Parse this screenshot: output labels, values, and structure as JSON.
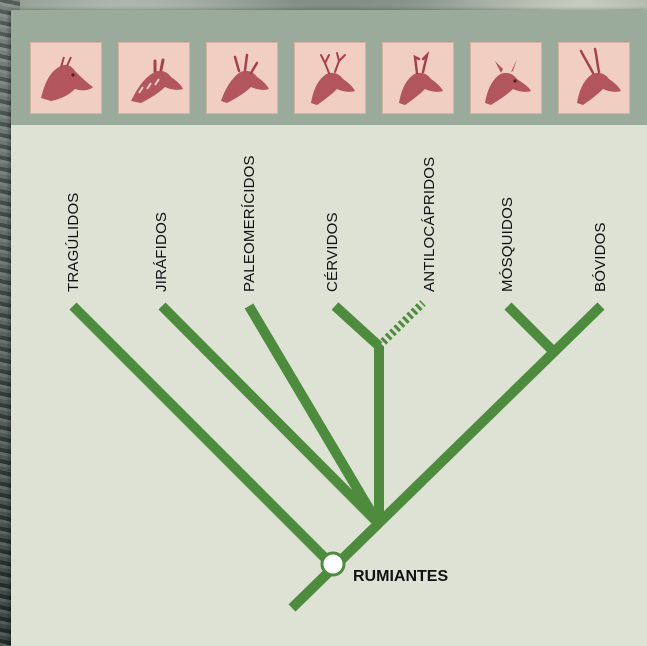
{
  "colors": {
    "branch": "#4e8c3d",
    "panel": "#dde2d4",
    "header_band": "#9aab9b",
    "thumb_bg": "#f0cfc2",
    "thumb_ink": "#a8404a"
  },
  "header": {
    "thumbnails": [
      {
        "icon": "traguloid-head-icon"
      },
      {
        "icon": "giraffid-head-icon"
      },
      {
        "icon": "paleomerycid-head-icon"
      },
      {
        "icon": "deer-head-icon"
      },
      {
        "icon": "pronghorn-head-icon"
      },
      {
        "icon": "musk-deer-head-icon"
      },
      {
        "icon": "antelope-head-icon"
      }
    ]
  },
  "tree": {
    "taxa": [
      {
        "label": "TRAGÚLIDOS"
      },
      {
        "label": "JIRÁFIDOS"
      },
      {
        "label": "PALEOMERÍCIDOS"
      },
      {
        "label": "CÉRVIDOS"
      },
      {
        "label": "ANTILOCÁPRIDOS",
        "dashed": true
      },
      {
        "label": "MÓSQUIDOS"
      },
      {
        "label": "BÓVIDOS"
      }
    ],
    "root_label": "RUMIANTES"
  }
}
